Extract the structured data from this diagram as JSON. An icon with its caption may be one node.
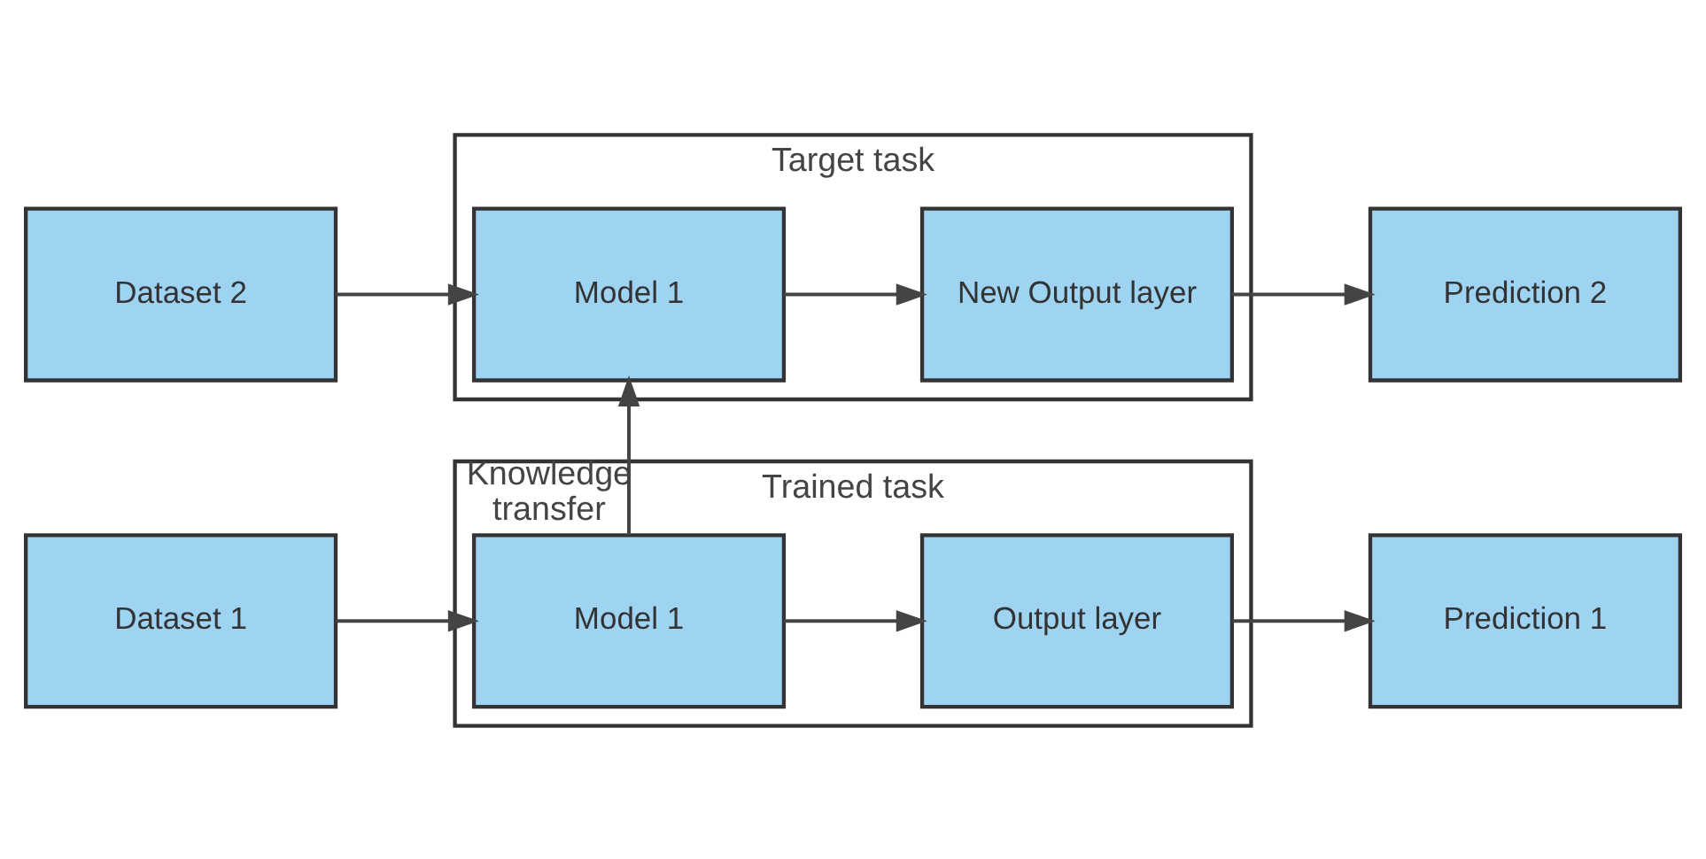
{
  "diagram": {
    "nodes": [
      {
        "text": [
          "Trained task"
        ]
      },
      {
        "text": [
          "Dataset 1"
        ]
      },
      {
        "text": [
          "Model 1"
        ],
        "in": 0
      },
      {
        "text": [
          "Output layer"
        ],
        "in": 0
      },
      {
        "text": [
          "Prediction 1"
        ]
      },
      {
        "text": [
          "Target task"
        ]
      },
      {
        "text": [
          "Dataset 2"
        ]
      },
      {
        "text": [
          "Model 1"
        ],
        "in": 5
      },
      {
        "text": [
          "New Output layer"
        ],
        "in": 5
      },
      {
        "text": [
          "Prediction 2"
        ]
      }
    ],
    "edges": [
      {
        "from": 1,
        "to": 2,
        "arrow": "to"
      },
      {
        "from": 2,
        "to": 3,
        "arrow": "to"
      },
      {
        "from": 3,
        "to": 4,
        "arrow": "to"
      },
      {
        "from": 2,
        "to": 7,
        "arrow": "to",
        "label": "Knowledge transfer"
      },
      {
        "from": 6,
        "to": 7,
        "arrow": "to"
      },
      {
        "from": 7,
        "to": 8,
        "arrow": "to"
      },
      {
        "from": 8,
        "to": 9,
        "arrow": "to"
      }
    ]
  }
}
